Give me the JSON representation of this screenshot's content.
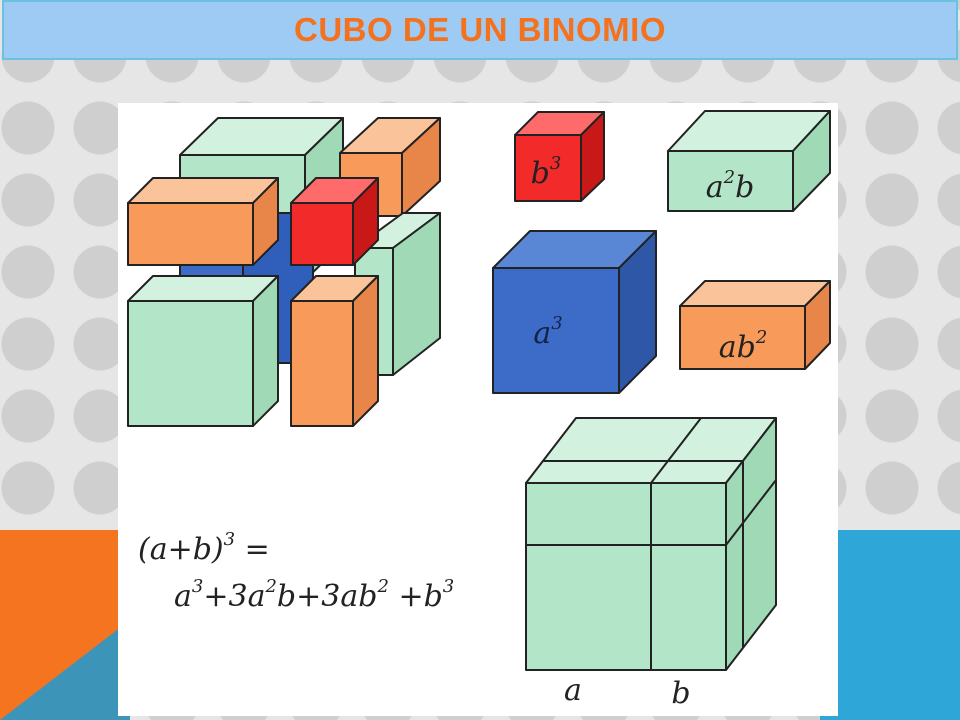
{
  "title": "CUBO DE UN BINOMIO",
  "pieces": {
    "b3": {
      "base": "b",
      "exp": "3"
    },
    "a2b": {
      "base1": "a",
      "exp": "2",
      "base2": "b"
    },
    "a3": {
      "base": "a",
      "exp": "3"
    },
    "ab2": {
      "base": "ab",
      "exp": "2"
    }
  },
  "formula": {
    "line1": {
      "base": "(a+b)",
      "exp": "3",
      "rest": " ="
    },
    "line2": {
      "t1": "a",
      "t1_exp": "3",
      "t2": "+3a",
      "t2_exp": "2",
      "t2_rest": "b",
      "t3": "+3ab",
      "t3_exp": "2",
      "t4": " +b",
      "t4_exp": "3"
    }
  },
  "labels": {
    "a": "a",
    "b": "b"
  },
  "colors": {
    "green": "#b3e6c8",
    "orange": "#f79a5a",
    "red": "#f22a2a",
    "blue": "#3c6cc8",
    "title": "#f4721e",
    "title_bg": "#9dcbf4"
  }
}
